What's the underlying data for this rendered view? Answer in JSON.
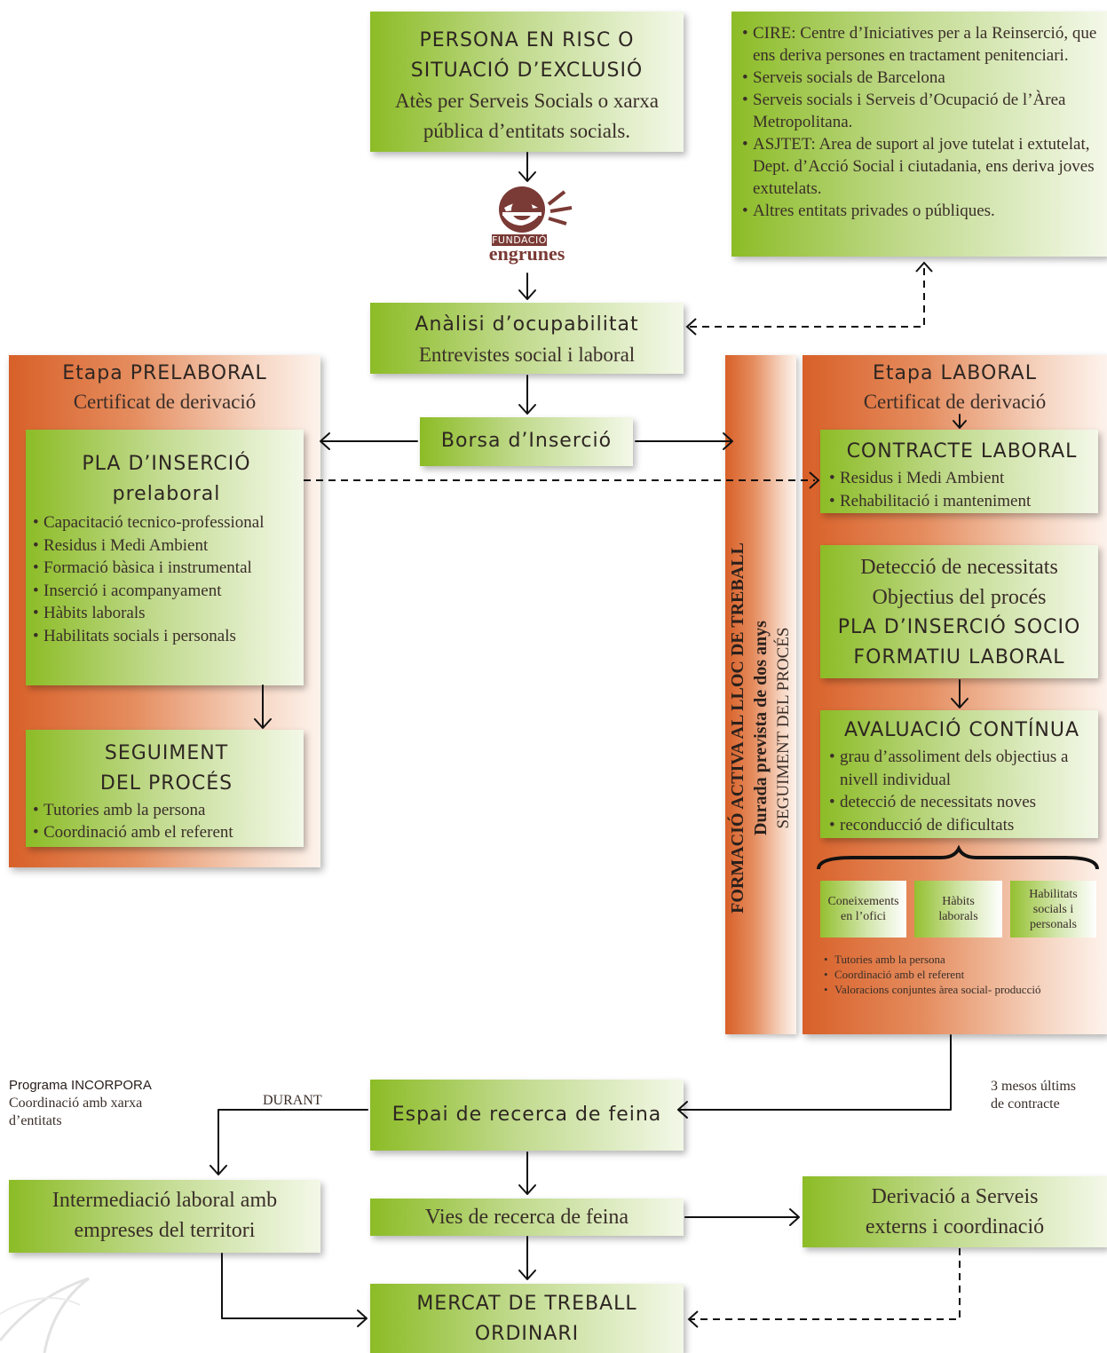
{
  "top_box": {
    "title_line1": "PERSONA EN RISC O",
    "title_line2": "SITUACIÓ D’EXCLUSIÓ",
    "sub_line1": "Atès per Serveis Socials o xarxa",
    "sub_line2": "pública d’entitats socials."
  },
  "logo": {
    "label_top": "FUNDACIÓ",
    "label_bottom": "engrunes",
    "color": "#7a3a35"
  },
  "referrals": [
    "CIRE: Centre d’Iniciatives per a la Reinserció, que ens deriva persones en tractament penitenciari.",
    "Serveis socials de Barcelona",
    "Serveis socials i Serveis d’Ocupació de l’Àrea Metropolitana.",
    "ASJTET: Area de suport al jove tutelat i extutelat, Dept. d’Acció Social i ciutadania, ens deriva joves extutelats.",
    "Altres entitats privades o públiques."
  ],
  "analisi": {
    "title": "Anàlisi d’ocupabilitat",
    "sub": "Entrevistes social i laboral"
  },
  "borsa": {
    "label": "Borsa d’Inserció"
  },
  "prelaboral": {
    "title": "Etapa PRELABORAL",
    "sub": "Certificat de derivació",
    "pla_title1": "PLA D’INSERCIÓ",
    "pla_title2": "prelaboral",
    "pla_items": [
      "Capacitació tecnico-professional",
      " Residus i Medi Ambient",
      "Formació bàsica i instrumental",
      "Inserció i acompanyament",
      "Hàbits laborals",
      "Habilitats socials i personals"
    ],
    "seg_title1": "SEGUIMENT",
    "seg_title2": "DEL PROCÉS",
    "seg_items": [
      "Tutories amb la persona",
      "Coordinació amb el referent"
    ]
  },
  "vertical_band": {
    "line1": "FORMACIÓ ACTIVA AL LLOC DE TREBALL",
    "line2": "Durada prevista de dos anys",
    "line3": "SEGUIMENT DEL PROCÉS"
  },
  "laboral": {
    "title": "Etapa LABORAL",
    "sub": "Certificat de derivació",
    "contracte_title": "CONTRACTE LABORAL",
    "contracte_items": [
      "Residus i Medi Ambient",
      "Rehabilitació i manteniment"
    ],
    "det_line1": "Detecció de necessitats",
    "det_line2": "Objectius del procés",
    "det_line3": "PLA D’INSERCIÓ SOCIO",
    "det_line4": "FORMATIU LABORAL",
    "aval_title": "AVALUACIÓ CONTÍNUA",
    "aval_items": [
      "grau d’assoliment dels objectius a nivell individual",
      "detecció de necessitats noves",
      "reconducció de dificultats"
    ],
    "small_boxes": [
      "Coneixements en l’ofici",
      "Hàbits laborals",
      "Habilitats socials i personals"
    ],
    "small_items": [
      "Tutories amb la persona",
      "Coordinació amb el referent",
      "Valoracions conjuntes àrea social- producció"
    ]
  },
  "incorpora": {
    "title": "Programa INCORPORA",
    "line1": "Coordinació amb xarxa",
    "line2": "d’entitats"
  },
  "durant": "DURANT",
  "mesos": {
    "line1": "3 mesos  últims",
    "line2": "de contracte"
  },
  "espai": {
    "label": "Espai de recerca de feina"
  },
  "intermediacio": {
    "line1": "Intermediació laboral amb",
    "line2": "empreses del territori"
  },
  "vies": {
    "label": "Vies de recerca de feina"
  },
  "derivacio": {
    "line1": "Derivació a Serveis",
    "line2": "externs i coordinació"
  },
  "mercat": {
    "line1": "MERCAT DE TREBALL",
    "line2": "ORDINARI"
  }
}
